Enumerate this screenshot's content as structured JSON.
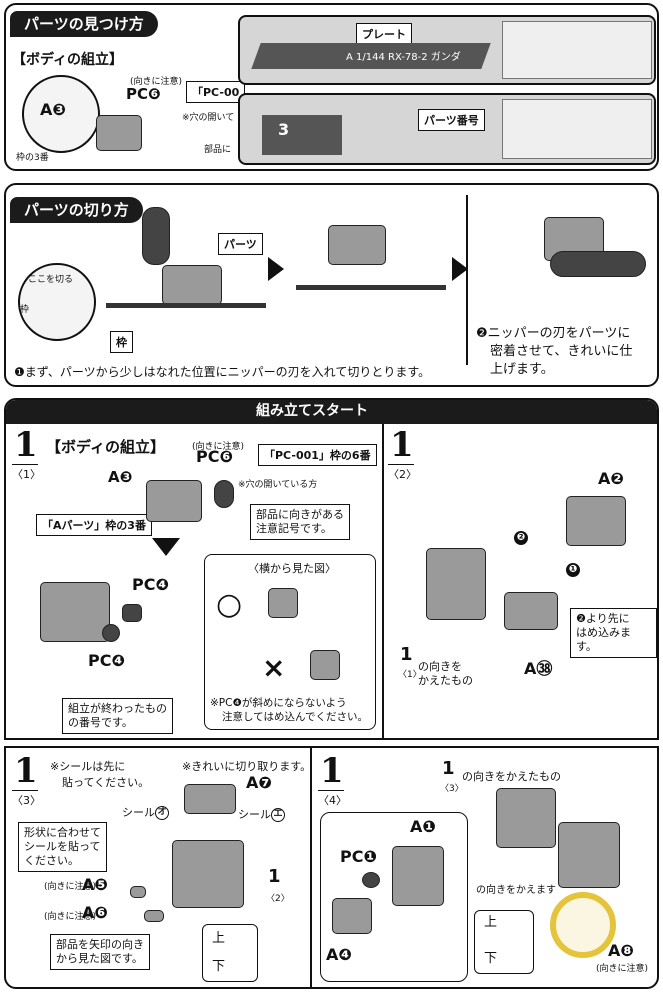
{
  "sec1": {
    "title": "パーツの見つけ方",
    "body_label": "【ボディの組立】",
    "a3": "A❸",
    "pc6_note": "(向きに注意)",
    "pc6": "PC❻",
    "pc_frame": "「PC-00",
    "hole": "※穴の開いて",
    "frame3": "枠の3番",
    "buhin": "部品に",
    "plate": "プレート",
    "plate_text": "A 1/144 RX-78-2 ガンダ",
    "parts_no": "パーツ番号",
    "three": "3"
  },
  "sec2": {
    "title": "パーツの切り方",
    "koko": "ここを切る",
    "waku": "枠",
    "waku2": "枠",
    "parts": "パーツ",
    "step1": "❶まず、パーツから少しはなれた位置にニッパーの刃を入れて切りとります。",
    "step2a": "❷ニッパーの刃をパーツに",
    "step2b": "密着させて、きれいに仕",
    "step2c": "上げます。"
  },
  "sec3": {
    "header": "組み立てスタート",
    "left": {
      "num": "1",
      "sub": "〈1〉",
      "title": "【ボディの組立】",
      "a3": "A❸",
      "pc6_note": "(向きに注意)",
      "pc6": "PC❻",
      "frame": "「PC-001」枠の6番",
      "hole": "※穴の開いている方",
      "aparts": "「Aパーツ」枠の3番",
      "caution_a": "部品に向きがある",
      "caution_b": "注意記号です。",
      "pc4a": "PC❹",
      "pc4b": "PC❹",
      "side_view": "〈横から見た図〉",
      "ok": "○",
      "ng": "×",
      "warn_a": "※PC❹が斜めにならないよう",
      "warn_b": "注意してはめ込んでください。",
      "done_a": "組立が終わったもの",
      "done_b": "の番号です。"
    },
    "right": {
      "num": "1",
      "sub": "〈2〉",
      "a2": "A❷",
      "a38": "A㊳",
      "step1": "❶",
      "step2": "❷",
      "first_a": "❷より先に",
      "first_b": "はめ込みます。",
      "turn_num": "1",
      "turn_sub": "〈1〉",
      "turn_a": "の向きを",
      "turn_b": "かえたもの"
    }
  },
  "sec4": {
    "left": {
      "num": "1",
      "sub": "〈3〉",
      "seal_first_a": "※シールは先に",
      "seal_first_b": "貼ってください。",
      "cut_clean": "※きれいに切り取ります。",
      "a7": "A❼",
      "seal_o": "シール",
      "seal_o_mark": "オ",
      "seal_e": "シール",
      "seal_e_mark": "エ",
      "shape_a": "形状に合わせて",
      "shape_b": "シールを貼って",
      "shape_c": "ください。",
      "a5_note": "(向きに注意)",
      "a5": "A❺",
      "a6_note": "(向きに注意)",
      "a6": "A❻",
      "ref_num": "1",
      "ref_sub": "〈2〉",
      "view_a": "部品を矢印の向き",
      "view_b": "から見た図です。",
      "up": "上",
      "down": "下"
    },
    "right": {
      "num": "1",
      "sub": "〈4〉",
      "a1": "A❶",
      "pc1": "PC❶",
      "a4": "A❹",
      "turn_num": "1",
      "turn_sub": "〈3〉",
      "turn_text": "の向きをかえたもの",
      "turn2": "の向きをかえます",
      "up": "上",
      "down": "下",
      "a8": "A❽",
      "a8_note": "(向きに注意)"
    }
  }
}
